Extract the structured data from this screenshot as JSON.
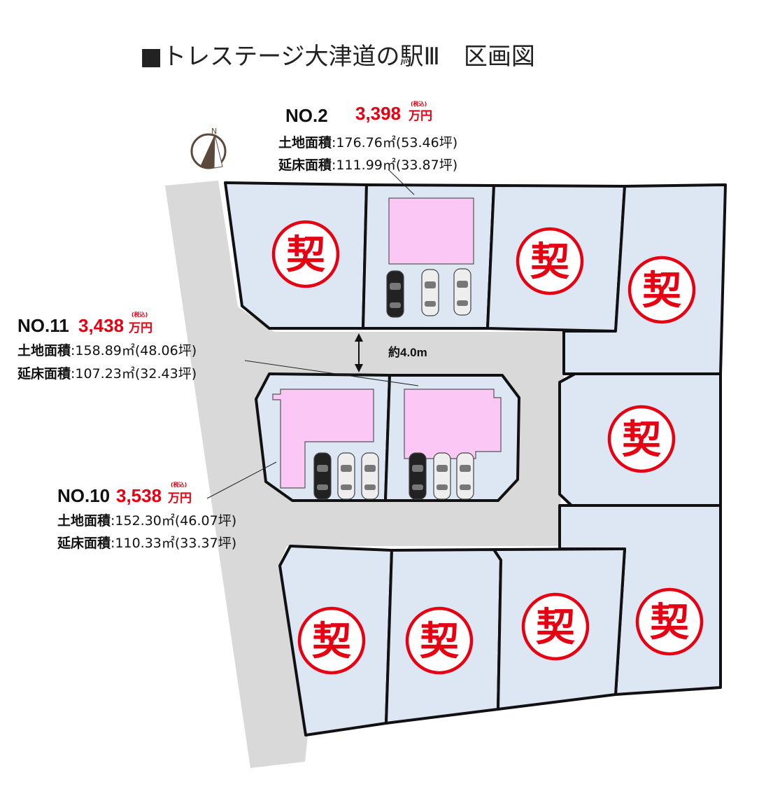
{
  "title": "■トレステージ大津道の駅Ⅲ　区画図",
  "compass": {
    "label": "N"
  },
  "road_width": "約4.0m",
  "sold_mark": "契",
  "lot_no2": {
    "number": "NO.2",
    "price": "3,398",
    "unit": "万円",
    "tax": "(税込)",
    "land_label": "土地面積",
    "land_value": ":176.76㎡(53.46坪)",
    "floor_label": "延床面積",
    "floor_value": ":111.99㎡(33.87坪)"
  },
  "lot_no11": {
    "number": "NO.11",
    "price": "3,438",
    "unit": "万円",
    "tax": "(税込)",
    "land_label": "土地面積",
    "land_value": ":158.89㎡(48.06坪)",
    "floor_label": "延床面積",
    "floor_value": ":107.23㎡(32.43坪)"
  },
  "lot_no10": {
    "number": "NO.10",
    "price": "3,538",
    "unit": "万円",
    "tax": "(税込)",
    "land_label": "土地面積",
    "land_value": ":152.30㎡(46.07坪)",
    "floor_label": "延床面積",
    "floor_value": ":110.33㎡(33.37坪)"
  },
  "colors": {
    "lot_fill": "#dde6f3",
    "road": "#d9d9d9",
    "house": "#fbc8f5",
    "sold_red": "#e60012",
    "outline": "#111111"
  },
  "icons": [
    "compass-icon",
    "car-icon",
    "dimension-arrow-icon"
  ]
}
